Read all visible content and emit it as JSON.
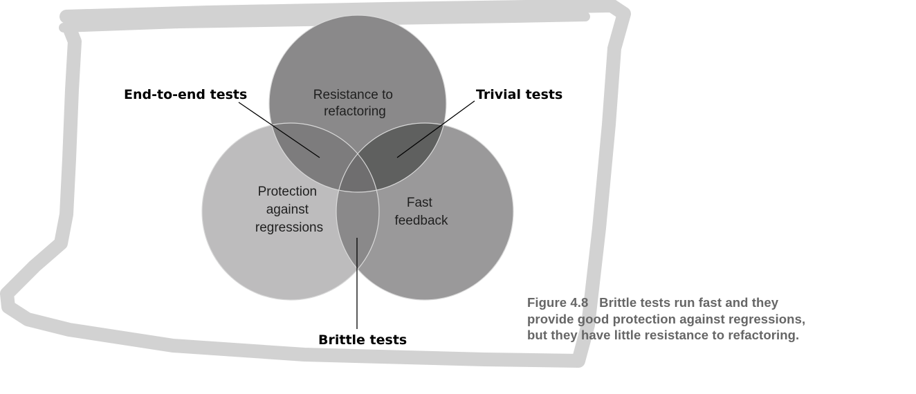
{
  "diagram": {
    "circles": [
      {
        "id": "resistance",
        "label_lines": [
          "Resistance to",
          "refactoring"
        ],
        "color": "#8a898a"
      },
      {
        "id": "protection",
        "label_lines": [
          "Protection",
          "against",
          "regressions"
        ],
        "color": "#bdbcbd"
      },
      {
        "id": "feedback",
        "label_lines": [
          "Fast",
          "feedback"
        ],
        "color": "#9a999a"
      }
    ],
    "overlap_colors": {
      "resistance_protection": "#7d7c7d",
      "resistance_feedback": "#5f605f",
      "protection_feedback": "#8a898a",
      "center": "#6f6e6f"
    },
    "callouts": {
      "end_to_end": "End-to-end tests",
      "trivial": "Trivial tests",
      "brittle": "Brittle tests"
    },
    "frame_color": "#d2d2d2"
  },
  "caption": {
    "figure_number": "Figure 4.8",
    "lines": [
      "Brittle tests run fast and they",
      "provide good protection against regressions,",
      "but they have little resistance to refactoring."
    ]
  }
}
